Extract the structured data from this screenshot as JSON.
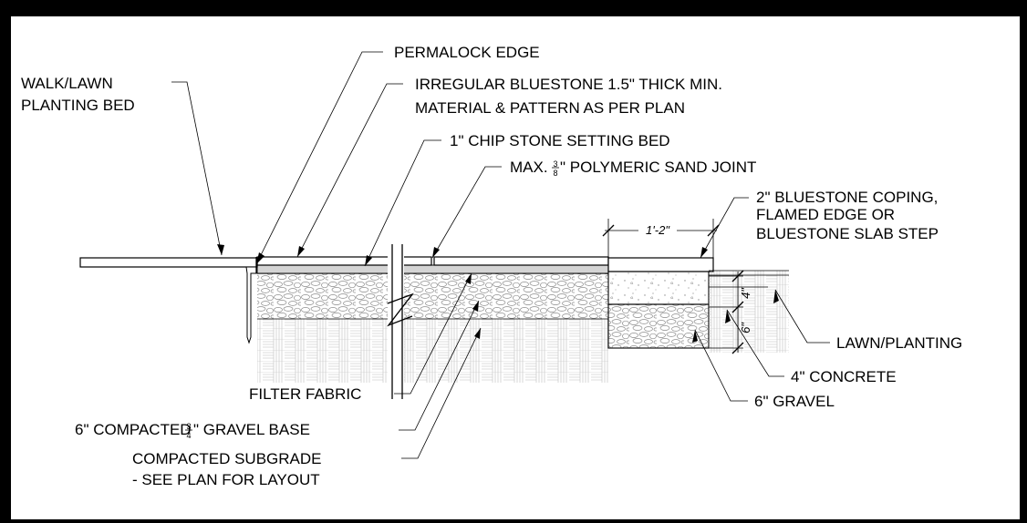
{
  "labels": {
    "walk_lawn": "WALK/LAWN",
    "planting_bed": "PLANTING BED",
    "permalock_edge": "PERMALOCK EDGE",
    "irregular_bluestone": "IRREGULAR BLUESTONE 1.5\" THICK MIN.",
    "material_pattern": "MATERIAL & PATTERN AS PER PLAN",
    "chip_stone": "1\" CHIP STONE SETTING BED",
    "max_prefix": "MAX.",
    "frac_3_num": "3",
    "frac_8_den": "8",
    "polymeric_sand": "\" POLYMERIC SAND JOINT",
    "coping_1": "2\" BLUESTONE COPING,",
    "coping_2": "FLAMED EDGE OR",
    "coping_3": "BLUESTONE SLAB STEP",
    "dim_width": "1'-2\"",
    "dim_4": "4\"",
    "dim_6": "6\"",
    "lawn_planting": "LAWN/PLANTING",
    "concrete_4": "4\" CONCRETE",
    "gravel_6": "6\" GRAVEL",
    "filter_fabric": "FILTER FABRIC",
    "compacted_prefix": "6\" COMPACTED",
    "frac_3": "3",
    "frac_4": "4",
    "gravel_base": "\" GRAVEL BASE",
    "subgrade_1": "COMPACTED SUBGRADE",
    "subgrade_2": "- SEE PLAN FOR LAYOUT"
  },
  "colors": {
    "frame": "#000000",
    "sheet": "#ffffff",
    "ink": "#000000",
    "setting_bed": "#d4d4d4",
    "hatch": "#bdbdbd"
  }
}
